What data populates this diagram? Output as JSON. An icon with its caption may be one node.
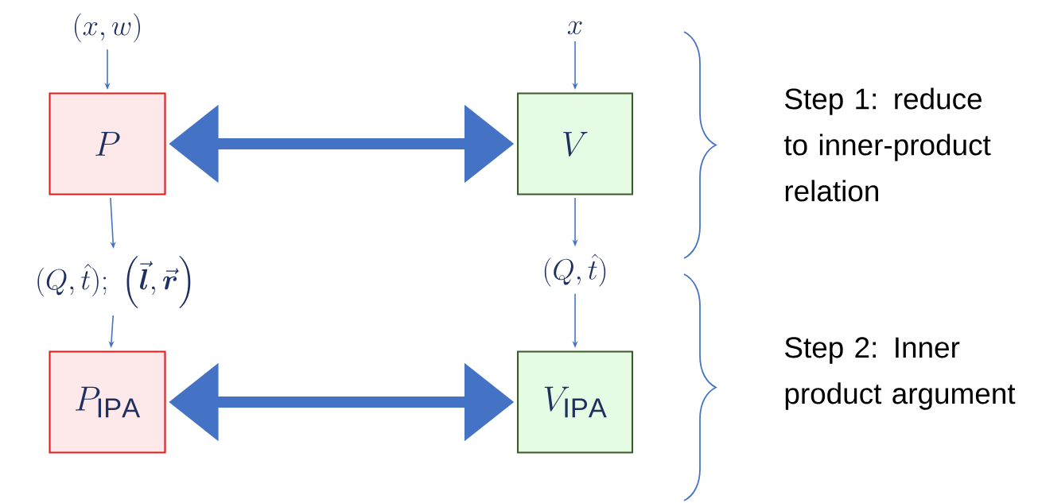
{
  "diagram": {
    "nodes": [
      {
        "text": [
          "(x,w)"
        ]
      },
      {
        "text": [
          "P"
        ]
      },
      {
        "text": [
          "x"
        ]
      },
      {
        "text": [
          "V"
        ]
      },
      {
        "text": [
          "(Q,\\hat{t});\\ \\left(\\vec{\\boldsymbol{l}},\\vec{\\boldsymbol{r}}\\right)"
        ]
      },
      {
        "text": [
          "(Q,\\hat{t})"
        ]
      },
      {
        "text": [
          "P_{\\mathrm{IPA}}"
        ]
      },
      {
        "text": [
          "V_{\\mathrm{IPA}}"
        ]
      }
    ],
    "edges": [
      {
        "from": 0,
        "to": 1,
        "arrow": "to"
      },
      {
        "from": 2,
        "to": 3,
        "arrow": "to"
      },
      {
        "from": 1,
        "to": 3,
        "arrow": "both",
        "style": "thick"
      },
      {
        "from": 1,
        "to": 4,
        "arrow": "to"
      },
      {
        "from": 3,
        "to": 5,
        "arrow": "to"
      },
      {
        "from": 4,
        "to": 6,
        "arrow": "to"
      },
      {
        "from": 5,
        "to": 7,
        "arrow": "to"
      },
      {
        "from": 6,
        "to": 7,
        "arrow": "both",
        "style": "thick"
      }
    ],
    "labels": [
      "Step 1: reduce to inner-product relation",
      "Step 2: Inner product argument"
    ]
  }
}
